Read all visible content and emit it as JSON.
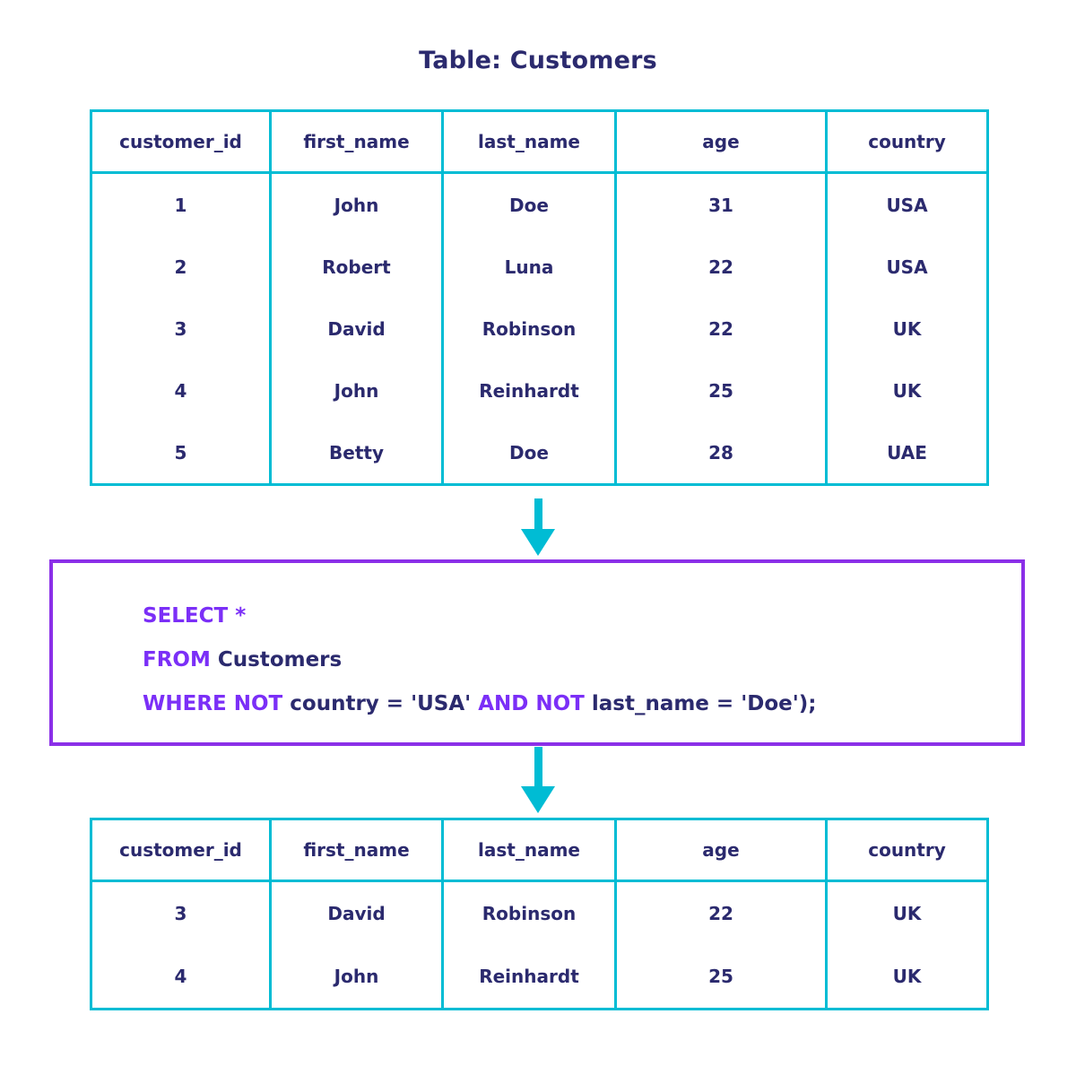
{
  "diagram": {
    "title": "Table: Customers",
    "accent_border_color": "#00bcd4",
    "query_border_color": "#8b2fe8",
    "keyword_color": "#7b2ff7",
    "text_color": "#2b2a6e",
    "arrow_icon": "arrow-down-icon"
  },
  "source_table": {
    "name": "Customers",
    "columns": [
      "customer_id",
      "first_name",
      "last_name",
      "age",
      "country"
    ],
    "rows": [
      [
        "1",
        "John",
        "Doe",
        "31",
        "USA"
      ],
      [
        "2",
        "Robert",
        "Luna",
        "22",
        "USA"
      ],
      [
        "3",
        "David",
        "Robinson",
        "22",
        "UK"
      ],
      [
        "4",
        "John",
        "Reinhardt",
        "25",
        "UK"
      ],
      [
        "5",
        "Betty",
        "Doe",
        "28",
        "UAE"
      ]
    ]
  },
  "query": {
    "line1": {
      "keyword": "SELECT *",
      "rest": ""
    },
    "line2": {
      "keyword": "FROM ",
      "rest": "Customers"
    },
    "line3": {
      "kw_where": "WHERE NOT ",
      "cond1": "country = 'USA' ",
      "kw_and": "AND NOT ",
      "cond2": "last_name = 'Doe');"
    },
    "full_text": "SELECT * FROM Customers WHERE NOT country = 'USA' AND NOT last_name = 'Doe');"
  },
  "result_table": {
    "columns": [
      "customer_id",
      "first_name",
      "last_name",
      "age",
      "country"
    ],
    "rows": [
      [
        "3",
        "David",
        "Robinson",
        "22",
        "UK"
      ],
      [
        "4",
        "John",
        "Reinhardt",
        "25",
        "UK"
      ]
    ]
  }
}
